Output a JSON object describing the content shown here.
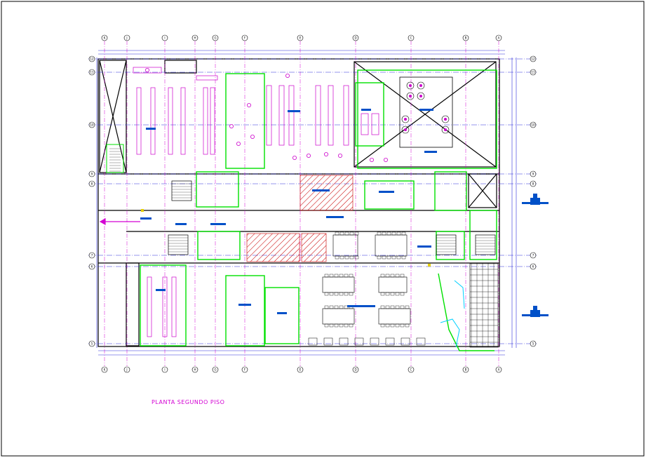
{
  "drawing": {
    "title": "PLANTA SEGUNDO PISO"
  },
  "grid": {
    "columns_top": [
      "K",
      "J",
      "I",
      "H",
      "G",
      "F",
      "E",
      "D",
      "C",
      "B",
      "A"
    ],
    "columns_bottom": [
      "K",
      "J",
      "I",
      "H",
      "G",
      "F",
      "E",
      "D",
      "C",
      "B",
      "A"
    ],
    "rows_left": [
      "12",
      "11",
      "10",
      "9",
      "8",
      "7",
      "6",
      "5"
    ],
    "rows_right": [
      "12",
      "11",
      "10",
      "9",
      "8",
      "7",
      "6",
      "5"
    ]
  },
  "colors": {
    "walls": "#000000",
    "axes": "#2b2bd9",
    "partitions": "#00e000",
    "furniture": "#cc00cc",
    "labels": "#0050c8",
    "hatch": "#c80000",
    "title": "#d300d3",
    "accent_cyan": "#00d0ff",
    "accent_yellow": "#e6d000"
  }
}
